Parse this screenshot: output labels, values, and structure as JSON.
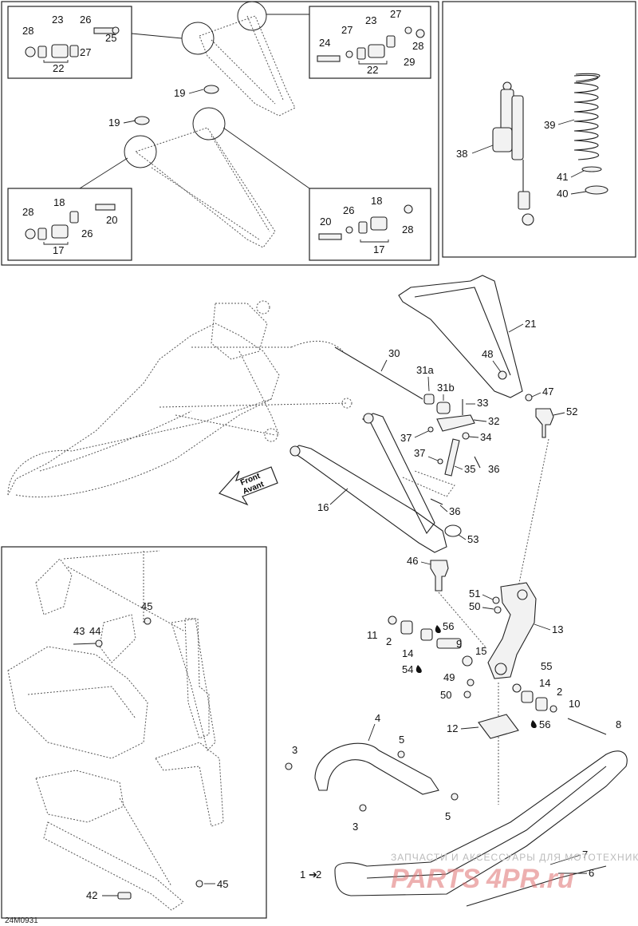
{
  "diagram_id": "24M0931",
  "front_label_en": "Front",
  "front_label_fr": "Avant",
  "watermark": {
    "line1": "ЗАПЧАСТИ И АКСЕССУАРЫ ДЛЯ МОТОТЕХНИКИ",
    "brand_a": "PARTS",
    "brand_b": "4PR.ru"
  },
  "callouts": {
    "c1": "1",
    "c2": "2",
    "c2b": "2",
    "c2c": "2",
    "c3": "3",
    "c3b": "3",
    "c4": "4",
    "c5": "5",
    "c5b": "5",
    "c6": "6",
    "c7": "7",
    "c8": "8",
    "c9": "9",
    "c10": "10",
    "c11": "11",
    "c12": "12",
    "c13": "13",
    "c14": "14",
    "c14b": "14",
    "c15": "15",
    "c16": "16",
    "c17": "17",
    "c17b": "17",
    "c18": "18",
    "c18b": "18",
    "c19": "19",
    "c19b": "19",
    "c20": "20",
    "c20b": "20",
    "c21": "21",
    "c22": "22",
    "c22b": "22",
    "c23": "23",
    "c23b": "23",
    "c24": "24",
    "c25": "25",
    "c26": "26",
    "c26b": "26",
    "c27": "27",
    "c27b": "27",
    "c27c": "27",
    "c28": "28",
    "c28b": "28",
    "c28c": "28",
    "c28d": "28",
    "c29": "29",
    "c30": "30",
    "c31a": "31a",
    "c31b": "31b",
    "c32": "32",
    "c33": "33",
    "c34": "34",
    "c35": "35",
    "c36": "36",
    "c36b": "36",
    "c37": "37",
    "c37b": "37",
    "c38": "38",
    "c39": "39",
    "c40": "40",
    "c41": "41",
    "c42": "42",
    "c43": "43",
    "c44": "44",
    "c45": "45",
    "c45b": "45",
    "c46": "46",
    "c47": "47",
    "c48": "48",
    "c49": "49",
    "c50": "50",
    "c50b": "50",
    "c51": "51",
    "c52": "52",
    "c53": "53",
    "c54": "54",
    "c55": "55",
    "c56": "56",
    "c56b": "56"
  }
}
